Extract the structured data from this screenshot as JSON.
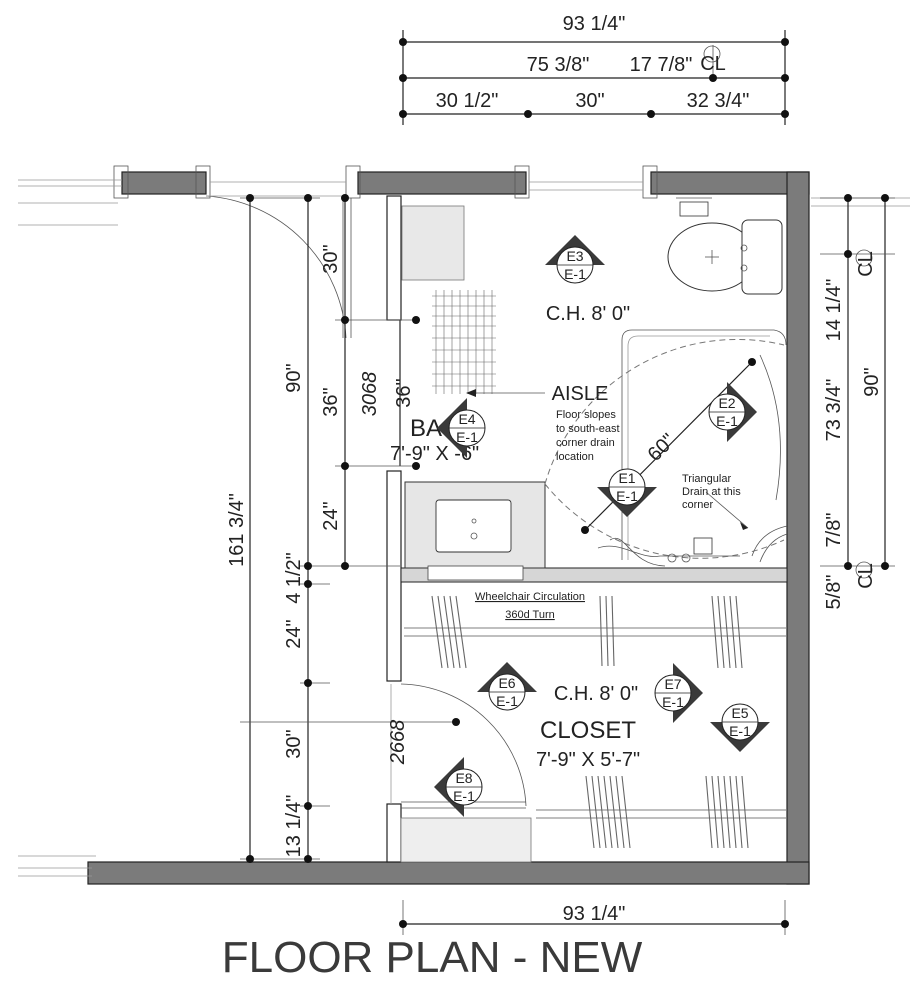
{
  "title": "FLOOR PLAN - NEW",
  "dimensions": {
    "top_total": "93 1/4\"",
    "top_row2_a": "75 3/8\"",
    "top_row2_b": "17 7/8\"",
    "top_row3_a": "30 1/2\"",
    "top_row3_b": "30\"",
    "top_row3_c": "32 3/4\"",
    "bottom_total": "93 1/4\"",
    "left_total": "161 3/4\"",
    "left_90": "90\"",
    "left_4_half": "4 1/2\"",
    "left_24": "24\"",
    "left_30": "30\"",
    "left_13": "13 1/4\"",
    "inner_30": "30\"",
    "inner_36": "36\"",
    "inner_24": "24\"",
    "door_36": "36\"",
    "right_90": "90\"",
    "right_14": "14 1/4\"",
    "right_73": "73 3/4\"",
    "right_7": "7/8\"",
    "right_5": "5/8\"",
    "diag_60": "60\""
  },
  "centerline_mark": "CL",
  "labels": {
    "bath_ceiling": "C.H. 8' 0\"",
    "aisle": "AISLE",
    "floor_slope_1": "Floor slopes",
    "floor_slope_2": "to south-east",
    "floor_slope_3": "corner drain",
    "floor_slope_4": "location",
    "triangular_1": "Triangular",
    "triangular_2": "Drain at this",
    "triangular_3": "corner",
    "bath_name": "BA",
    "bath_size": "7'-9\" X  -6\"",
    "wheelchair_1": "Wheelchair Circulation",
    "wheelchair_2": "360d Turn",
    "closet_ceiling": "C.H. 8' 0\"",
    "closet_name": "CLOSET",
    "closet_size": "7'-9\" X 5'-7\"",
    "door_bath": "3068",
    "door_closet": "2668"
  },
  "elevation_markers": [
    {
      "id": "E3",
      "sheet": "E-1",
      "pointing": "up"
    },
    {
      "id": "E4",
      "sheet": "E-1",
      "pointing": "left"
    },
    {
      "id": "E2",
      "sheet": "E-1",
      "pointing": "right"
    },
    {
      "id": "E1",
      "sheet": "E-1",
      "pointing": "down"
    },
    {
      "id": "E6",
      "sheet": "E-1",
      "pointing": "up"
    },
    {
      "id": "E7",
      "sheet": "E-1",
      "pointing": "right"
    },
    {
      "id": "E5",
      "sheet": "E-1",
      "pointing": "down"
    },
    {
      "id": "E8",
      "sheet": "E-1",
      "pointing": "left"
    }
  ]
}
